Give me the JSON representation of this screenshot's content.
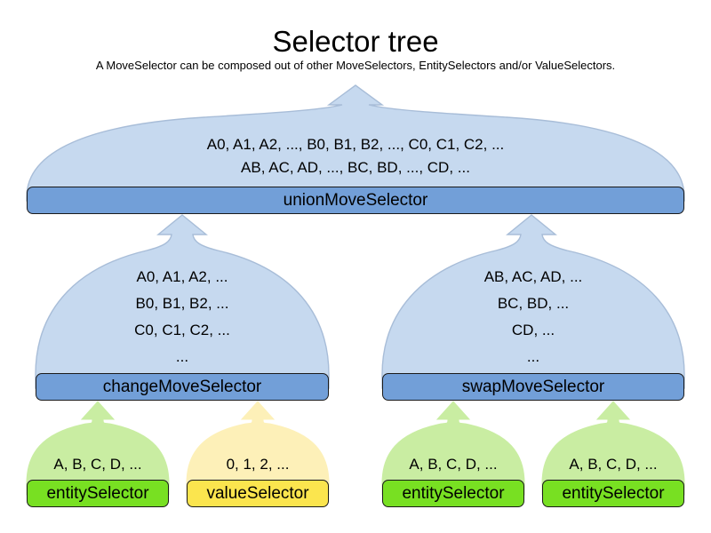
{
  "diagram": {
    "title": "Selector tree",
    "subtitle": "A MoveSelector can be composed out of other MoveSelectors, EntitySelectors and/or ValueSelectors.",
    "colors": {
      "balloon_blue_fill": "#c6d9ef",
      "balloon_blue_stroke": "#a8bdd8",
      "bar_blue_fill": "#729fd8",
      "balloon_green_fill": "#c9eda2",
      "bar_green_fill": "#78e022",
      "balloon_yellow_fill": "#fdf0b8",
      "bar_yellow_fill": "#fbe54e",
      "bar_border": "#1a1a1a",
      "text": "#000000",
      "background": "#ffffff"
    },
    "nodes": [
      {
        "id": "union-move-selector",
        "label": "unionMoveSelector",
        "kind": "move-selector",
        "color": "blue",
        "lines": [
          "A0, A1, A2, ..., B0, B1, B2, ..., C0, C1, C2, ...",
          "AB, AC, AD, ..., BC, BD, ..., CD, ..."
        ]
      },
      {
        "id": "change-move-selector",
        "label": "changeMoveSelector",
        "kind": "move-selector",
        "color": "blue",
        "lines": [
          "A0, A1, A2, ...",
          "B0, B1, B2, ...",
          "C0, C1, C2, ...",
          "..."
        ]
      },
      {
        "id": "swap-move-selector",
        "label": "swapMoveSelector",
        "kind": "move-selector",
        "color": "blue",
        "lines": [
          "AB, AC, AD, ...",
          "BC, BD, ...",
          "CD, ...",
          "..."
        ]
      },
      {
        "id": "entity-selector-1",
        "label": "entitySelector",
        "kind": "entity-selector",
        "color": "green",
        "lines": [
          "A, B, C, D, ..."
        ]
      },
      {
        "id": "value-selector-1",
        "label": "valueSelector",
        "kind": "value-selector",
        "color": "yellow",
        "lines": [
          "0, 1, 2, ..."
        ]
      },
      {
        "id": "entity-selector-2",
        "label": "entitySelector",
        "kind": "entity-selector",
        "color": "green",
        "lines": [
          "A, B, C, D, ..."
        ]
      },
      {
        "id": "entity-selector-3",
        "label": "entitySelector",
        "kind": "entity-selector",
        "color": "green",
        "lines": [
          "A, B, C, D, ..."
        ]
      }
    ],
    "edges": [
      {
        "from": "change-move-selector",
        "to": "union-move-selector",
        "arrow": "up"
      },
      {
        "from": "swap-move-selector",
        "to": "union-move-selector",
        "arrow": "up"
      },
      {
        "from": "entity-selector-1",
        "to": "change-move-selector",
        "arrow": "up"
      },
      {
        "from": "value-selector-1",
        "to": "change-move-selector",
        "arrow": "up"
      },
      {
        "from": "entity-selector-2",
        "to": "swap-move-selector",
        "arrow": "up"
      },
      {
        "from": "entity-selector-3",
        "to": "swap-move-selector",
        "arrow": "up"
      }
    ]
  }
}
